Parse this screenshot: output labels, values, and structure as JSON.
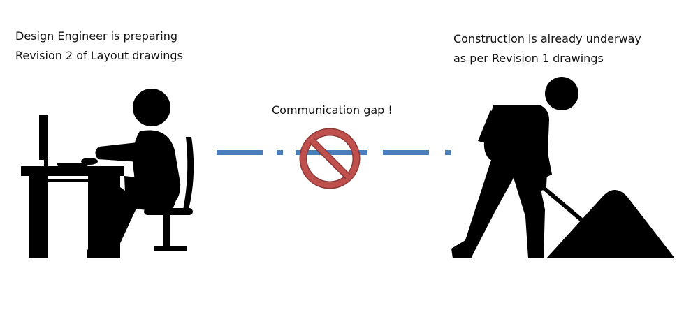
{
  "left_caption": {
    "line1": "Design Engineer is preparing",
    "line2": "Revision 2 of Layout drawings"
  },
  "right_caption": {
    "line1": "Construction is already underway",
    "line2": "as per Revision 1 drawings"
  },
  "gap_label": "Communication gap !",
  "colors": {
    "dash_line": "#4a7ebb",
    "prohibition_ring": "#c0504d",
    "prohibition_stroke": "#8c3836",
    "silhouette": "#000000"
  },
  "icons": {
    "left": "engineer-at-desk-icon",
    "center": "prohibition-icon",
    "right": "construction-worker-icon"
  }
}
